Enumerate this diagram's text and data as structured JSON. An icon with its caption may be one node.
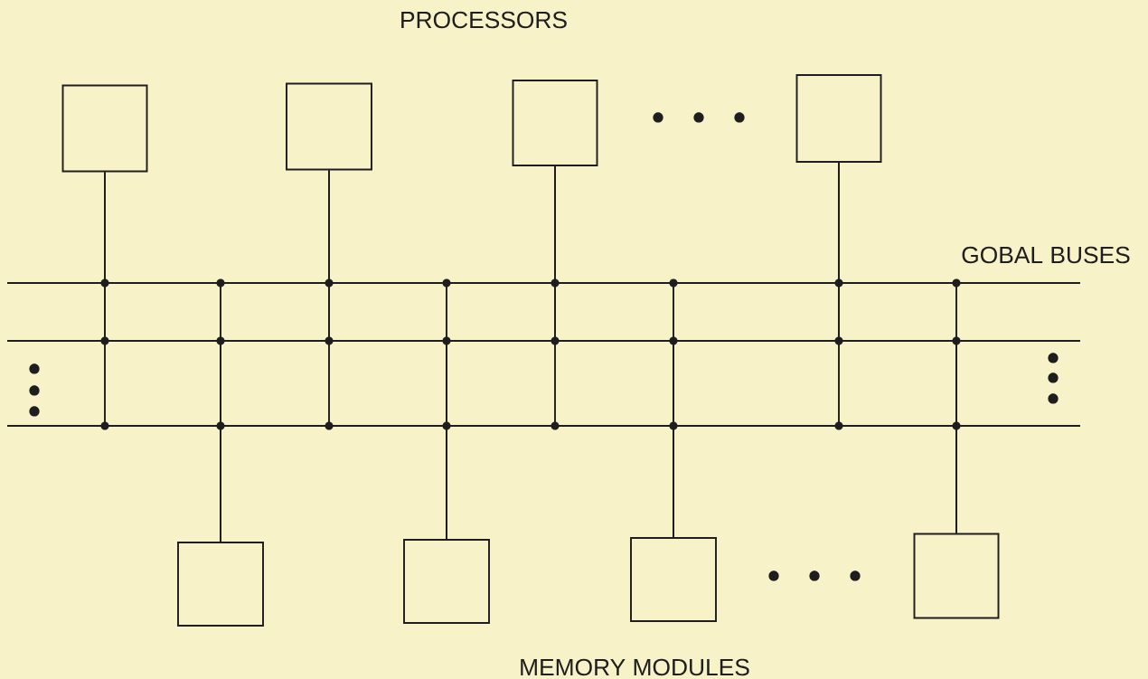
{
  "diagram": {
    "nodes": [
      {
        "text": [],
        "shape": "box"
      },
      {
        "text": [],
        "shape": "box"
      },
      {
        "text": [],
        "shape": "box"
      },
      {
        "text": [],
        "shape": "box"
      },
      {
        "text": [],
        "shape": "bar"
      },
      {
        "text": [],
        "shape": "bar"
      },
      {
        "text": [],
        "shape": "bar"
      },
      {
        "text": [],
        "shape": "box"
      },
      {
        "text": [],
        "shape": "box"
      },
      {
        "text": [],
        "shape": "box"
      },
      {
        "text": [],
        "shape": "box"
      }
    ],
    "edges": [
      {
        "from": 0,
        "to": 4,
        "arrow": "none"
      },
      {
        "from": 0,
        "to": 5,
        "arrow": "none"
      },
      {
        "from": 0,
        "to": 6,
        "arrow": "none"
      },
      {
        "from": 1,
        "to": 4,
        "arrow": "none"
      },
      {
        "from": 1,
        "to": 5,
        "arrow": "none"
      },
      {
        "from": 1,
        "to": 6,
        "arrow": "none"
      },
      {
        "from": 2,
        "to": 4,
        "arrow": "none"
      },
      {
        "from": 2,
        "to": 5,
        "arrow": "none"
      },
      {
        "from": 2,
        "to": 6,
        "arrow": "none"
      },
      {
        "from": 3,
        "to": 4,
        "arrow": "none"
      },
      {
        "from": 3,
        "to": 5,
        "arrow": "none"
      },
      {
        "from": 3,
        "to": 6,
        "arrow": "none"
      },
      {
        "from": 7,
        "to": 4,
        "arrow": "none"
      },
      {
        "from": 7,
        "to": 5,
        "arrow": "none"
      },
      {
        "from": 7,
        "to": 6,
        "arrow": "none"
      },
      {
        "from": 8,
        "to": 4,
        "arrow": "none"
      },
      {
        "from": 8,
        "to": 5,
        "arrow": "none"
      },
      {
        "from": 8,
        "to": 6,
        "arrow": "none"
      },
      {
        "from": 9,
        "to": 4,
        "arrow": "none"
      },
      {
        "from": 9,
        "to": 5,
        "arrow": "none"
      },
      {
        "from": 9,
        "to": 6,
        "arrow": "none"
      },
      {
        "from": 10,
        "to": 4,
        "arrow": "none"
      },
      {
        "from": 10,
        "to": 5,
        "arrow": "none"
      },
      {
        "from": 10,
        "to": 6,
        "arrow": "none"
      }
    ],
    "labels": [
      "PROCESSORS",
      "GOBAL BUSES",
      "MEMORY MODULES"
    ]
  }
}
